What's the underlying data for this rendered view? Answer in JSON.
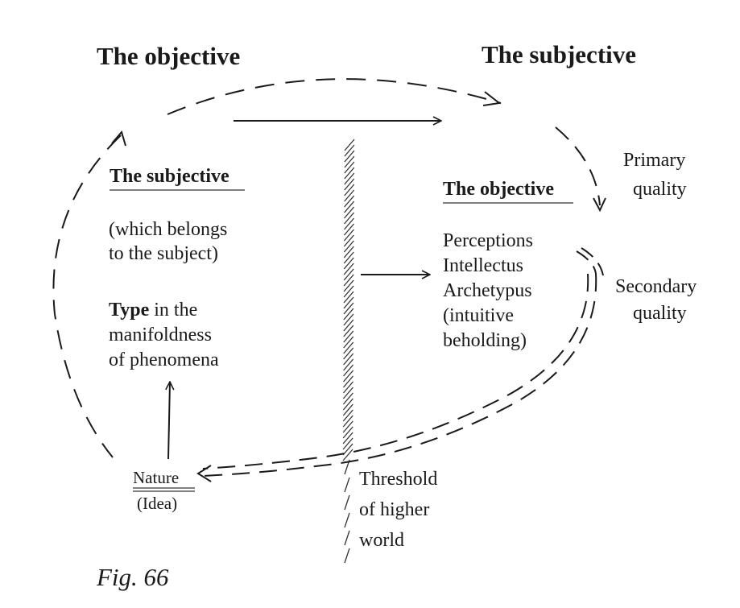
{
  "diagram": {
    "heading_left": "The objective",
    "heading_right": "The subjective",
    "left_inner": {
      "title": "The subjective",
      "line1": "(which belongs",
      "line2": "to the subject)",
      "type_bold": "Type",
      "type_rest": " in the",
      "line4": "manifoldness",
      "line5": "of phenomena"
    },
    "right_inner": {
      "title": "The objective",
      "items": [
        "Perceptions",
        "Intellectus",
        "Archetypus",
        "(intuitive",
        "beholding)"
      ]
    },
    "primary_quality": [
      "Primary",
      "quality"
    ],
    "secondary_quality": [
      "Secondary",
      "quality"
    ],
    "nature": "Nature",
    "idea": "(Idea)",
    "threshold": [
      "Threshold",
      "of higher",
      "world"
    ],
    "caption": "Fig. 66"
  },
  "colors": {
    "ink": "#1a1a1a",
    "underline": "#555555",
    "background": "#ffffff"
  }
}
